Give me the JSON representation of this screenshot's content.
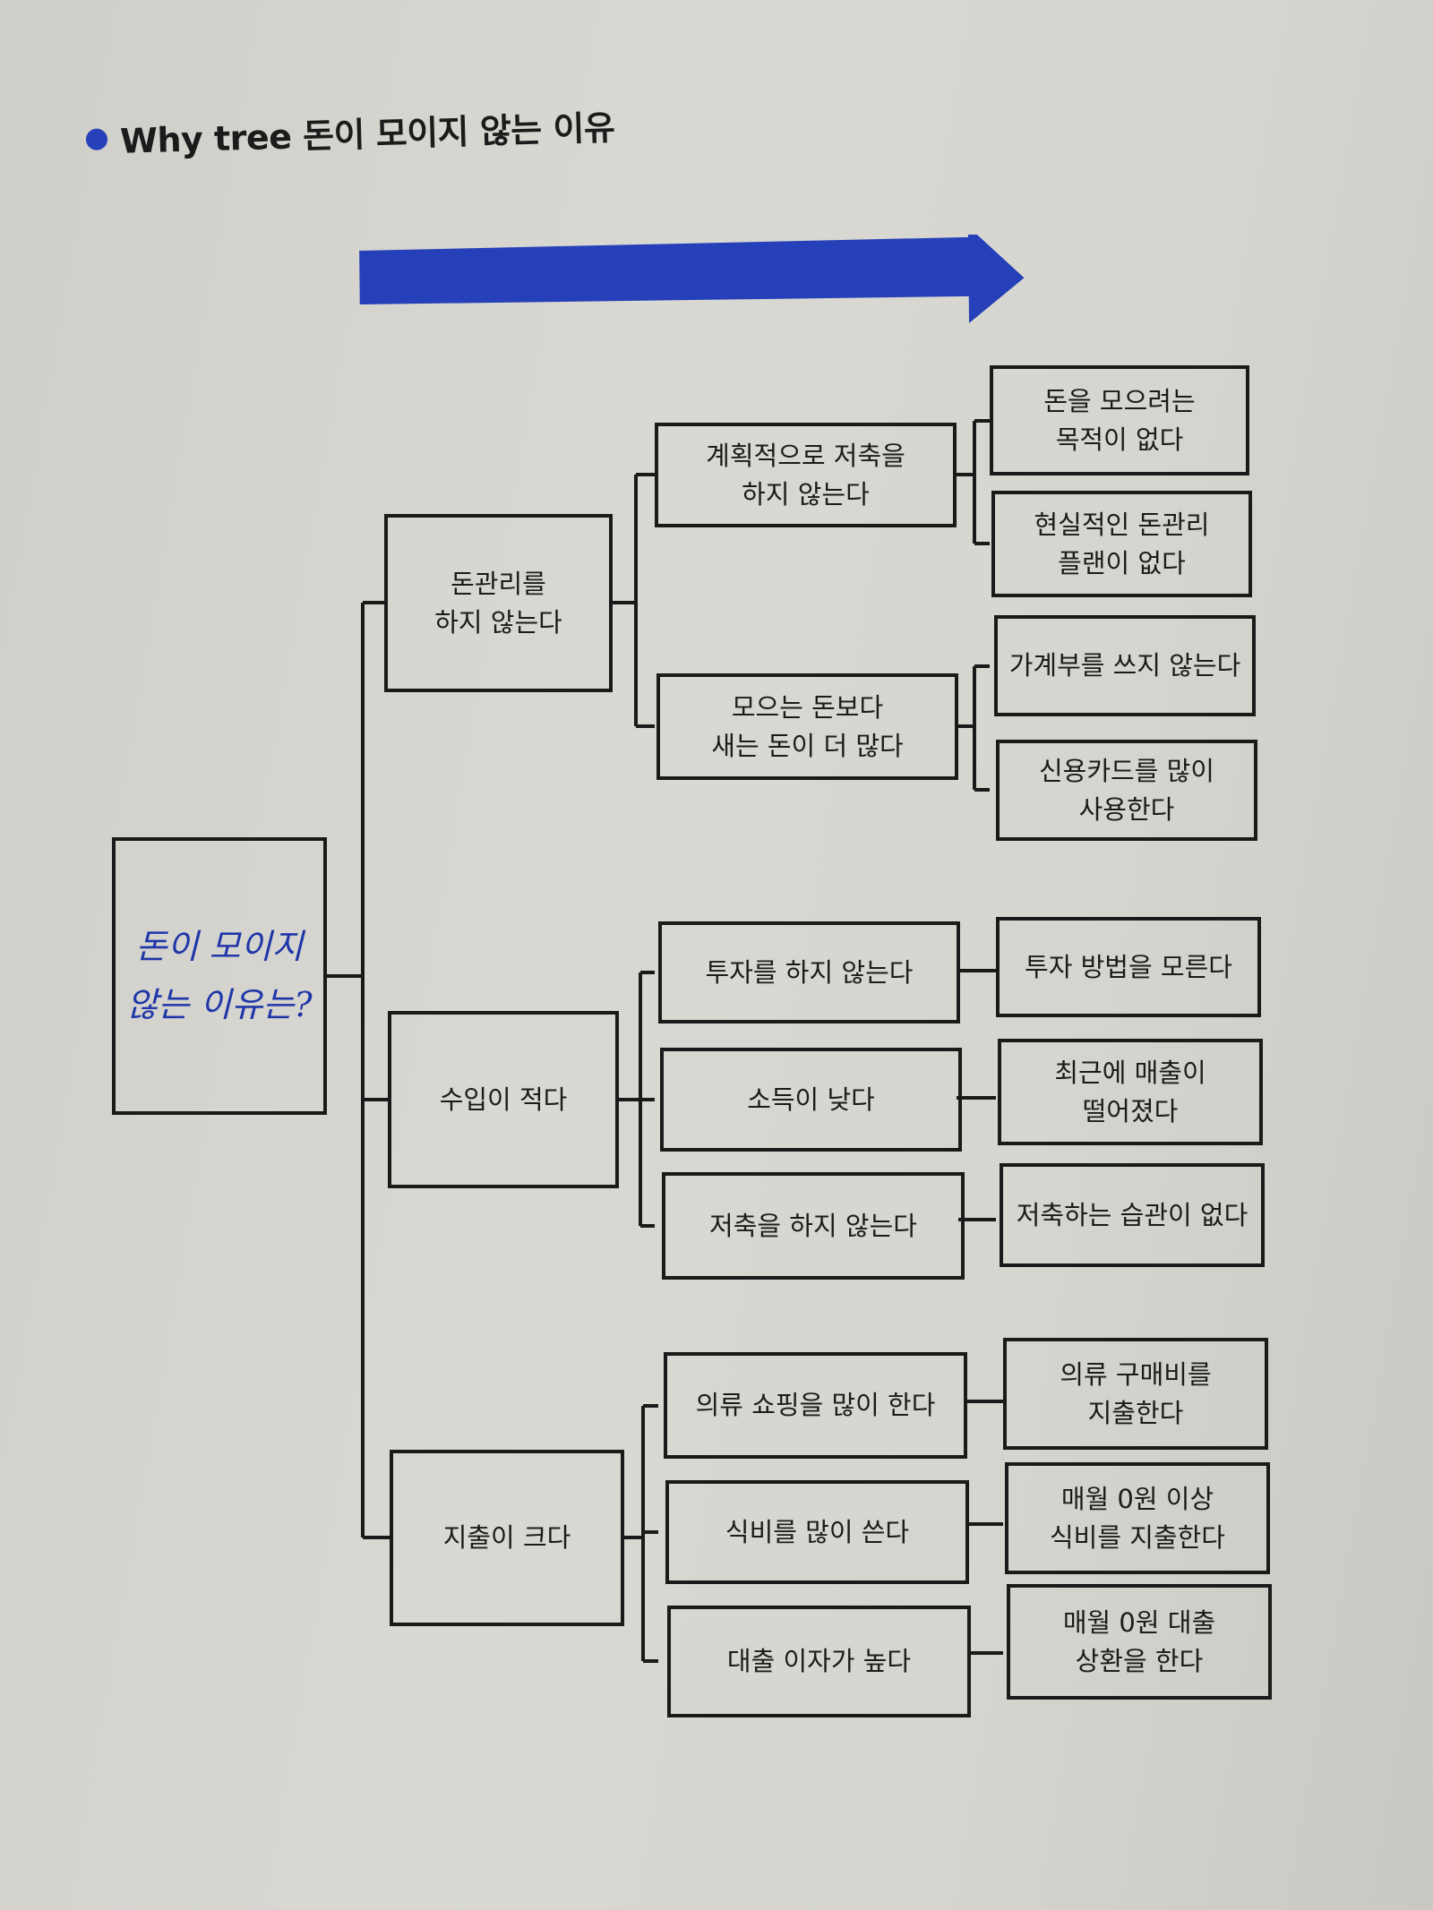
{
  "title": "Why tree 돈이 모이지 않는 이유",
  "colors": {
    "accent": "#2540b8",
    "handwriting": "#1f36a8"
  },
  "root": "돈이 모이지\n않는 이유는?",
  "level1": [
    "돈관리를\n하지 않는다",
    "수입이 적다",
    "지출이 크다"
  ],
  "level2": [
    "계획적으로 저축을\n하지 않는다",
    "모으는 돈보다\n새는 돈이 더 많다",
    "투자를 하지 않는다",
    "소득이 낮다",
    "저축을 하지 않는다",
    "의류 쇼핑을 많이 한다",
    "식비를 많이 쓴다",
    "대출 이자가 높다"
  ],
  "level3": [
    "돈을 모으려는\n목적이 없다",
    "현실적인 돈관리\n플랜이 없다",
    "가계부를 쓰지 않는다",
    "신용카드를 많이\n사용한다",
    "투자 방법을 모른다",
    "최근에 매출이\n떨어졌다",
    "저축하는 습관이 없다",
    "의류 구매비를\n지출한다",
    "매월 0원 이상\n식비를 지출한다",
    "매월 0원 대출\n상환을 한다"
  ]
}
